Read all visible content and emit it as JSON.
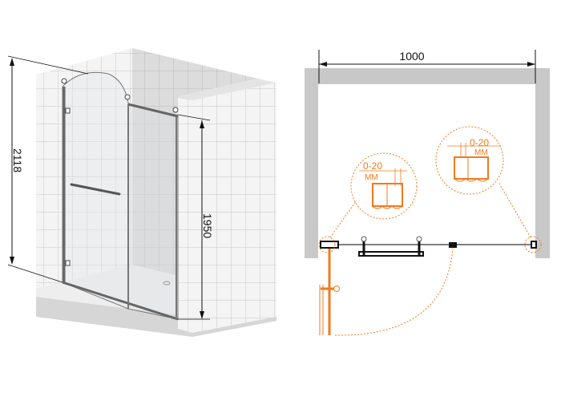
{
  "left_view": {
    "height_total_label": "2118",
    "height_door_label": "1950"
  },
  "plan_view": {
    "width_label": "1000",
    "detail_left": {
      "range": "0-20",
      "unit": "MM"
    },
    "detail_right": {
      "range": "0-20",
      "unit": "MM"
    }
  },
  "colors": {
    "accent": "#f07a1e",
    "wall": "#c8c8c8",
    "line": "#111111"
  }
}
